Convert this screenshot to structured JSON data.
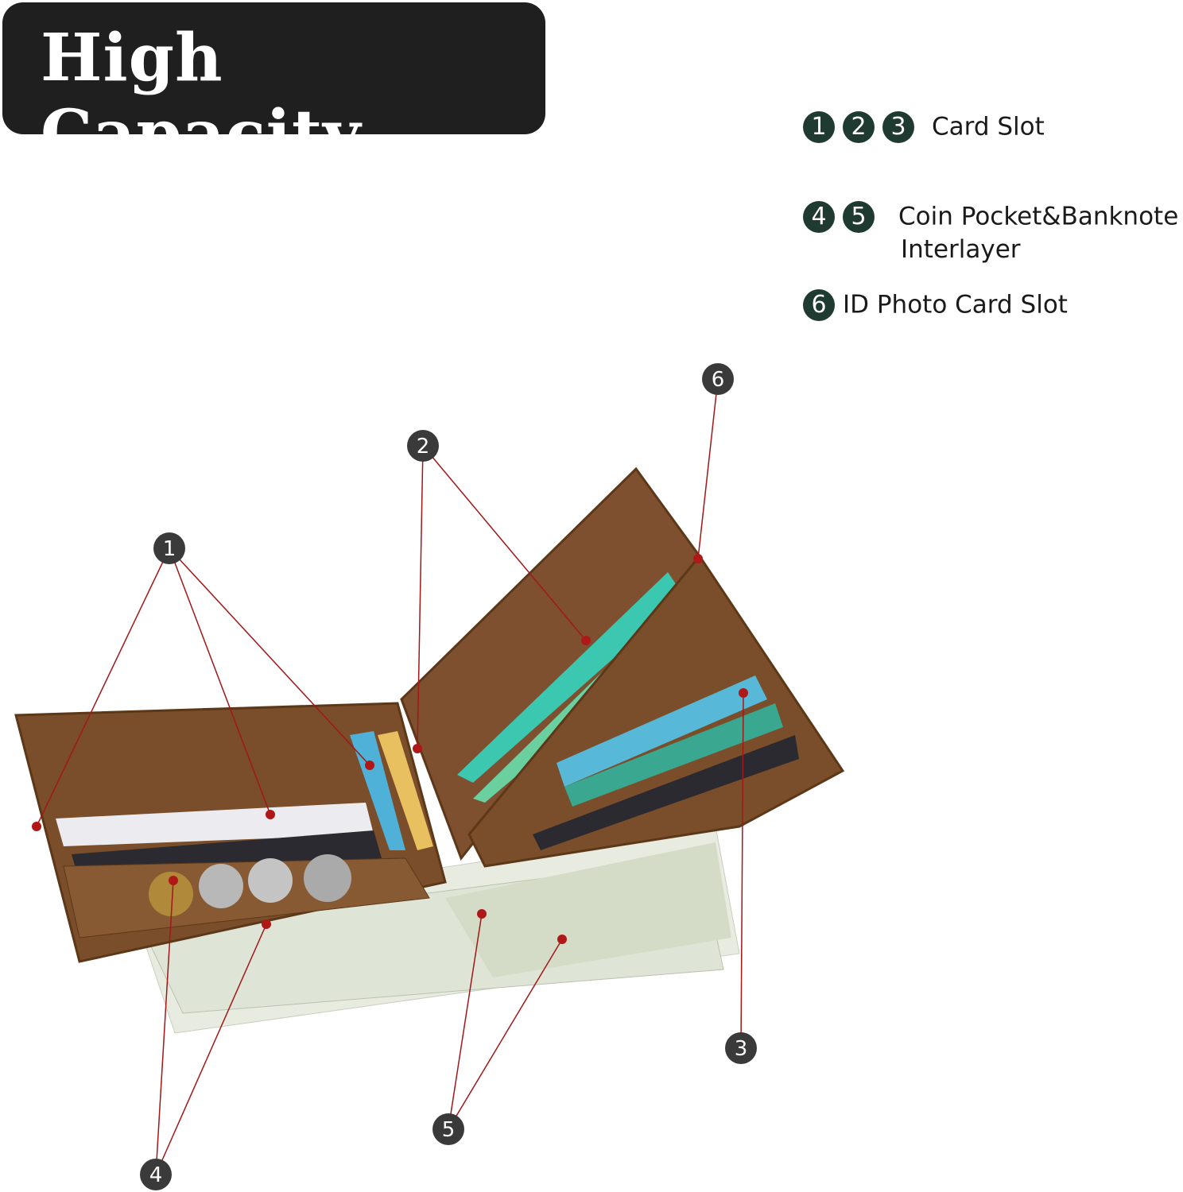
{
  "title": "High Capacity",
  "legend": [
    {
      "numbers": [
        "1",
        "2",
        "3"
      ],
      "label": "Card Slot"
    },
    {
      "numbers": [
        "4",
        "5"
      ],
      "label": "Coin Pocket&Banknote",
      "label_line2": "Interlayer"
    },
    {
      "numbers": [
        "6"
      ],
      "label": "ID Photo Card Slot"
    }
  ],
  "callouts": [
    "1",
    "2",
    "3",
    "4",
    "5",
    "6"
  ],
  "colors": {
    "legend_badge": "#1f3a30",
    "callout_badge": "#3a3a3a",
    "leader_line": "#a01818",
    "leather": "#7a4e2a",
    "title_bg": "#1f1f1f"
  }
}
